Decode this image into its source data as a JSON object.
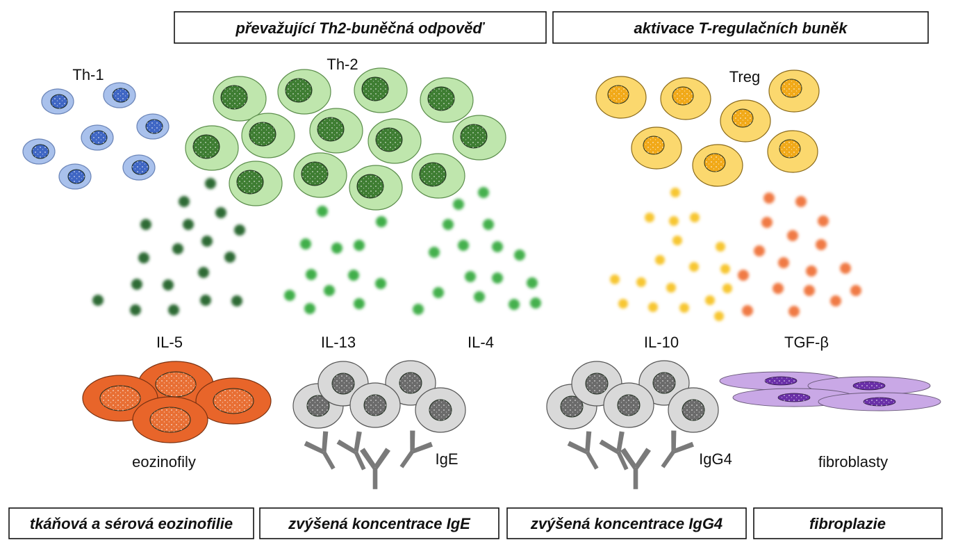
{
  "headers": {
    "th2_response": "převažující Th2-buněčná odpověď",
    "treg_activation": "aktivace T-regulačních buněk"
  },
  "cell_labels": {
    "th1": "Th-1",
    "th2": "Th-2",
    "treg": "Treg"
  },
  "cytokines": {
    "il5": "IL-5",
    "il13": "IL-13",
    "il4": "IL-4",
    "il10": "IL-10",
    "tgfb": "TGF-β"
  },
  "effectors": {
    "eosinophils": "eozinofily",
    "ige": "IgE",
    "igg4": "IgG4",
    "fibroblasts": "fibroblasty"
  },
  "outcomes": {
    "eosinophilia": "tkáňová a sérová eozinofilie",
    "ige_conc": "zvýšená koncentrace IgE",
    "igg4_conc": "zvýšená koncentrace IgG4",
    "fibroplasia": "fibroplazie"
  },
  "colors": {
    "th1_fill": "#a9c1ec",
    "th1_nucleus": "#3f66c4",
    "th2_fill": "#bfe6ad",
    "th2_nucleus": "#3e7d32",
    "treg_fill": "#fbd86e",
    "treg_nucleus": "#f1a918",
    "il5_dot": "#2e6b36",
    "il13_dot": "#3fae4a",
    "il4_dot": "#44b04e",
    "il10_dot": "#f7c630",
    "tgfb_dot": "#f07a45",
    "eosinophil_fill": "#e8652a",
    "bcell_fill": "#d9d9d9",
    "bcell_nucleus": "#6b6b6b",
    "fibroblast_fill": "#c9a8e6",
    "fibroblast_nucleus": "#6a2fa8",
    "antibody": "#7a7a7a"
  }
}
